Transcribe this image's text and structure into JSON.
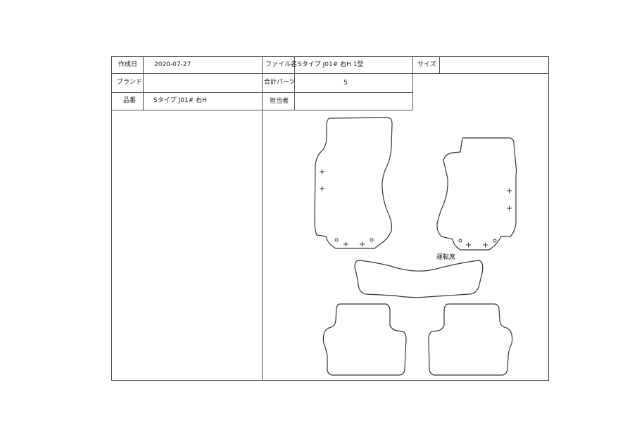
{
  "header": {
    "created_label": "作成日",
    "created_value": "2020-07-27",
    "filename_label": "ファイル名",
    "filename_value": "Sタイプ J01# 右H 1型",
    "size_label": "サイズ",
    "size_value": "",
    "brand_label": "ブランド",
    "brand_value": "",
    "parts_label": "合計パーツ",
    "parts_value": "5",
    "product_label": "品番",
    "product_value": "Sタイプ J01# 右H",
    "person_label": "担当者",
    "person_value": ""
  },
  "drawing": {
    "driver_seat_label": "運転席"
  }
}
